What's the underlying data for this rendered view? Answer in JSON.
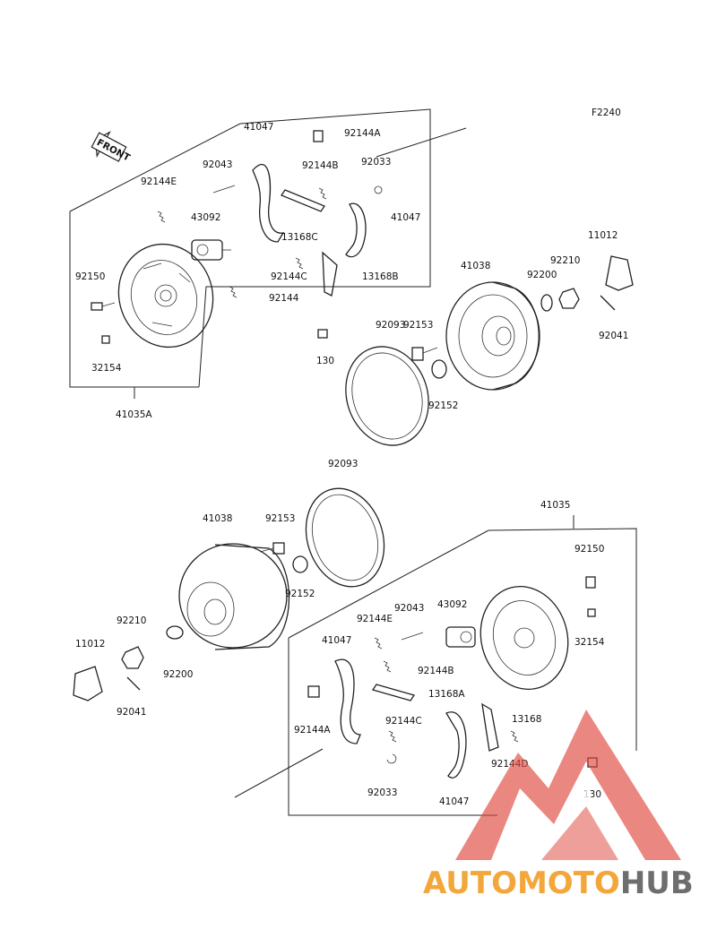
{
  "diagram_code": "F2240",
  "front_label": "FRONT",
  "watermark": {
    "text_orange": "AUTOMOTO",
    "text_gray": "HUB",
    "color_red": "#e0433a",
    "color_orange": "#f3a73b",
    "color_gray": "#6e6e6e"
  },
  "labels": {
    "p1": "41047",
    "p2": "92144A",
    "p3": "92043",
    "p4": "92144B",
    "p5": "92033",
    "p6": "92144E",
    "p7": "43092",
    "p8": "41047",
    "p9": "13168C",
    "p10": "11012",
    "p11": "41038",
    "p12": "92210",
    "p13": "92200",
    "p14": "92150",
    "p15": "92144C",
    "p16": "13168B",
    "p17": "92144",
    "p18": "92093",
    "p19": "92153",
    "p20": "92041",
    "p21": "130",
    "p22": "32154",
    "p23": "92152",
    "p24": "41035A",
    "q1": "92093",
    "q2": "41035",
    "q3": "41038",
    "q4": "92153",
    "q5": "92150",
    "q6": "92152",
    "q7": "92043",
    "q8": "43092",
    "q9": "92144E",
    "q10": "92210",
    "q11": "32154",
    "q12": "41047",
    "q13": "11012",
    "q14": "92144B",
    "q15": "92200",
    "q16": "13168A",
    "q17": "92041",
    "q18": "92144A",
    "q19": "92144C",
    "q20": "13168",
    "q21": "92144D",
    "q22": "92033",
    "q23": "41047",
    "q24": "130"
  }
}
